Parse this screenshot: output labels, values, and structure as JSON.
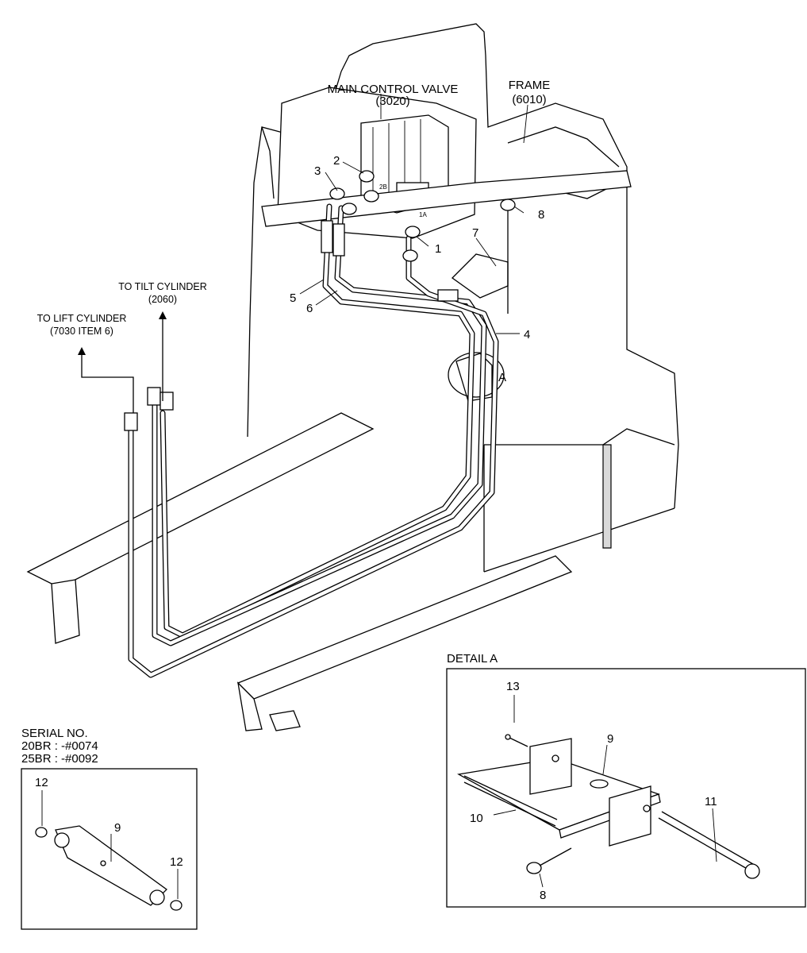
{
  "callouts": {
    "main_control_valve": "MAIN CONTROL VALVE",
    "main_control_valve_ref": "(3020)",
    "frame": "FRAME",
    "frame_ref": "(6010)",
    "tilt_cylinder": "TO TILT CYLINDER",
    "tilt_cylinder_ref": "(2060)",
    "lift_cylinder": "TO LIFT CYLINDER",
    "lift_cylinder_ref": "(7030 ITEM 6)",
    "detail_marker": "A",
    "port_2b": "2B",
    "port_1a": "1A"
  },
  "part_numbers": {
    "p1": "1",
    "p2": "2",
    "p3": "3",
    "p4": "4",
    "p5": "5",
    "p6": "6",
    "p7": "7",
    "p8": "8"
  },
  "detail_a": {
    "title": "DETAIL A",
    "p13": "13",
    "p9": "9",
    "p10": "10",
    "p11": "11",
    "p8": "8"
  },
  "serial_box": {
    "title": "SERIAL NO.",
    "line1": "20BR : -#0074",
    "line2": "25BR : -#0092",
    "p12a": "12",
    "p9": "9",
    "p12b": "12"
  }
}
